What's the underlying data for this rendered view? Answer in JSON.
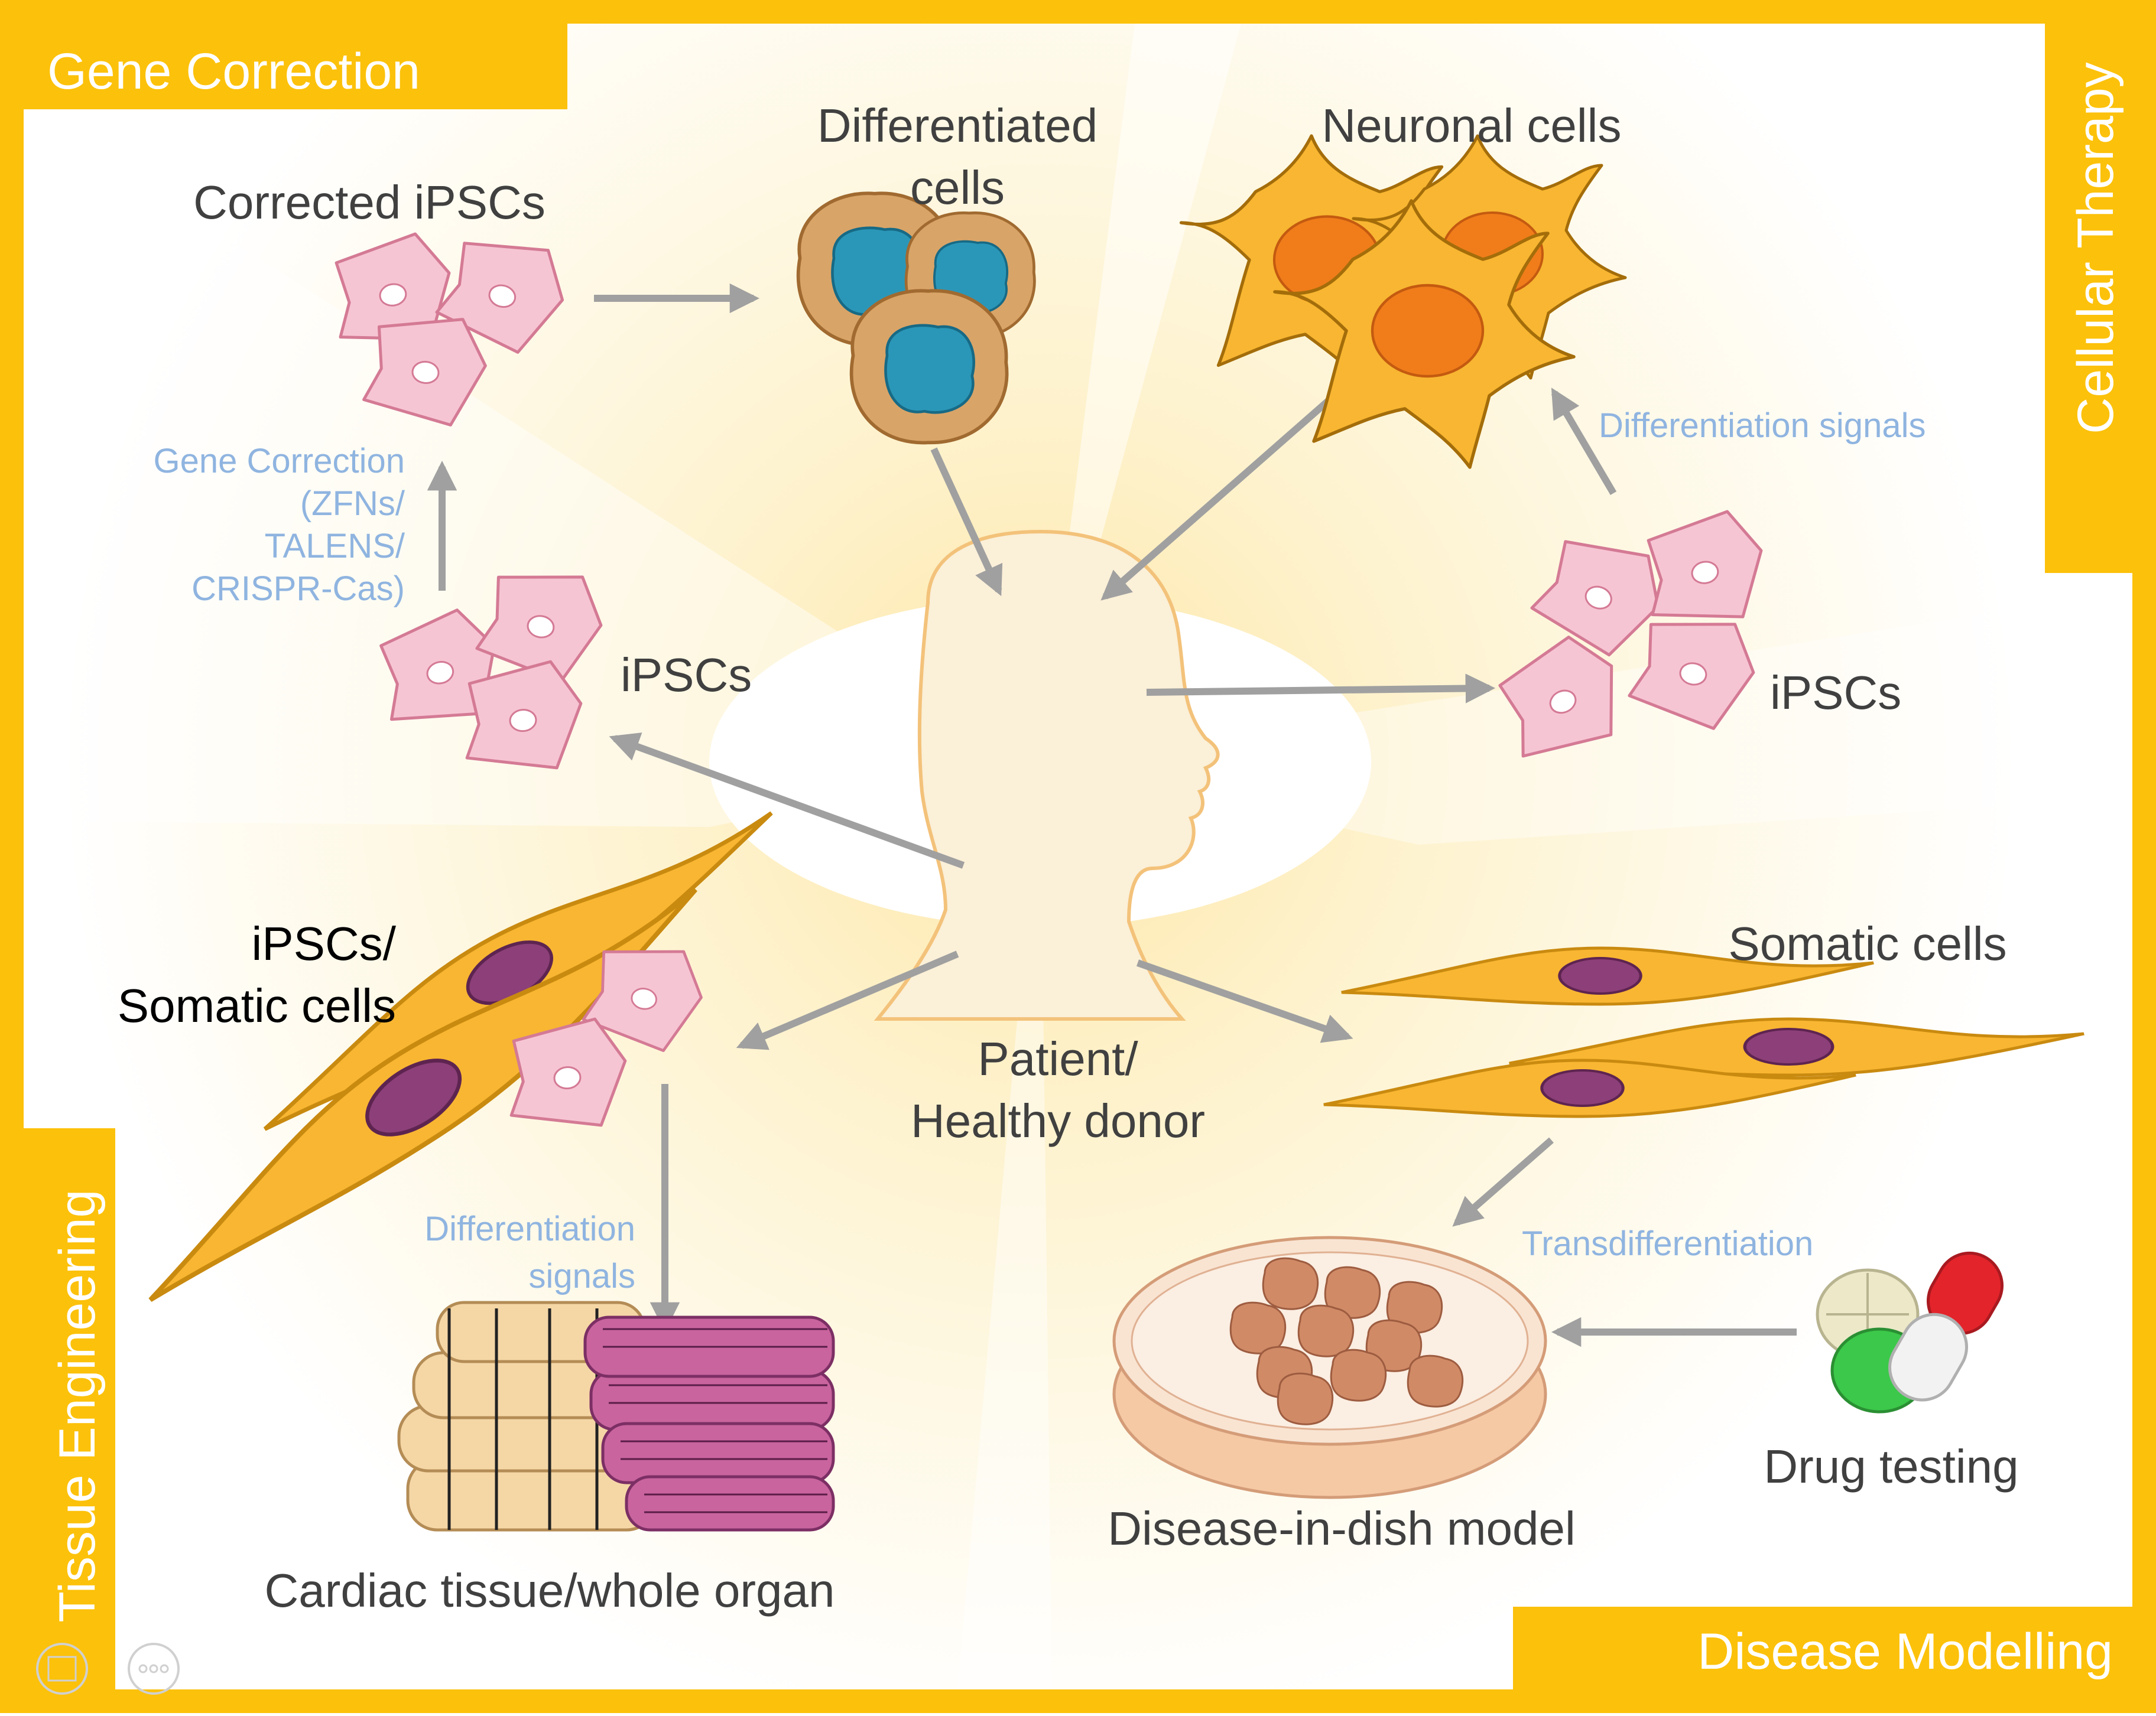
{
  "corners": {
    "gene_correction": "Gene Correction",
    "cellular_therapy": "Cellular Therapy",
    "tissue_engineering": "Tissue Engineering",
    "disease_modelling": "Disease Modelling"
  },
  "labels": {
    "corrected_ipscs": "Corrected iPSCs",
    "differentiated_cells_line1": "Differentiated",
    "differentiated_cells_line2": "cells",
    "neuronal_cells": "Neuronal cells",
    "ipscs_left": "iPSCs",
    "ipscs_right": "iPSCs",
    "ipscs_somatic_line1": "iPSCs/",
    "ipscs_somatic_line2": "Somatic cells",
    "somatic_cells": "Somatic cells",
    "patient_line1": "Patient/",
    "patient_line2": "Healthy donor",
    "cardiac_tissue": "Cardiac tissue/whole organ",
    "disease_in_dish": "Disease-in-dish model",
    "drug_testing": "Drug testing"
  },
  "annotations": {
    "gene_correction_line1": "Gene Correction",
    "gene_correction_line2": "(ZFNs/",
    "gene_correction_line3": "TALENS/",
    "gene_correction_line4": "CRISPR-Cas)",
    "differentiation_signals_right": "Differentiation signals",
    "differentiation_signals_left_line1": "Differentiation",
    "differentiation_signals_left_line2": "signals",
    "transdifferentiation": "Transdifferentiation"
  },
  "colors": {
    "frame": "#fcc10a",
    "arrow": "#a0a0a0",
    "annotation": "#8fb4e0",
    "ipsc_fill": "#f6c5d3",
    "head_fill": "#fbf0d8"
  }
}
